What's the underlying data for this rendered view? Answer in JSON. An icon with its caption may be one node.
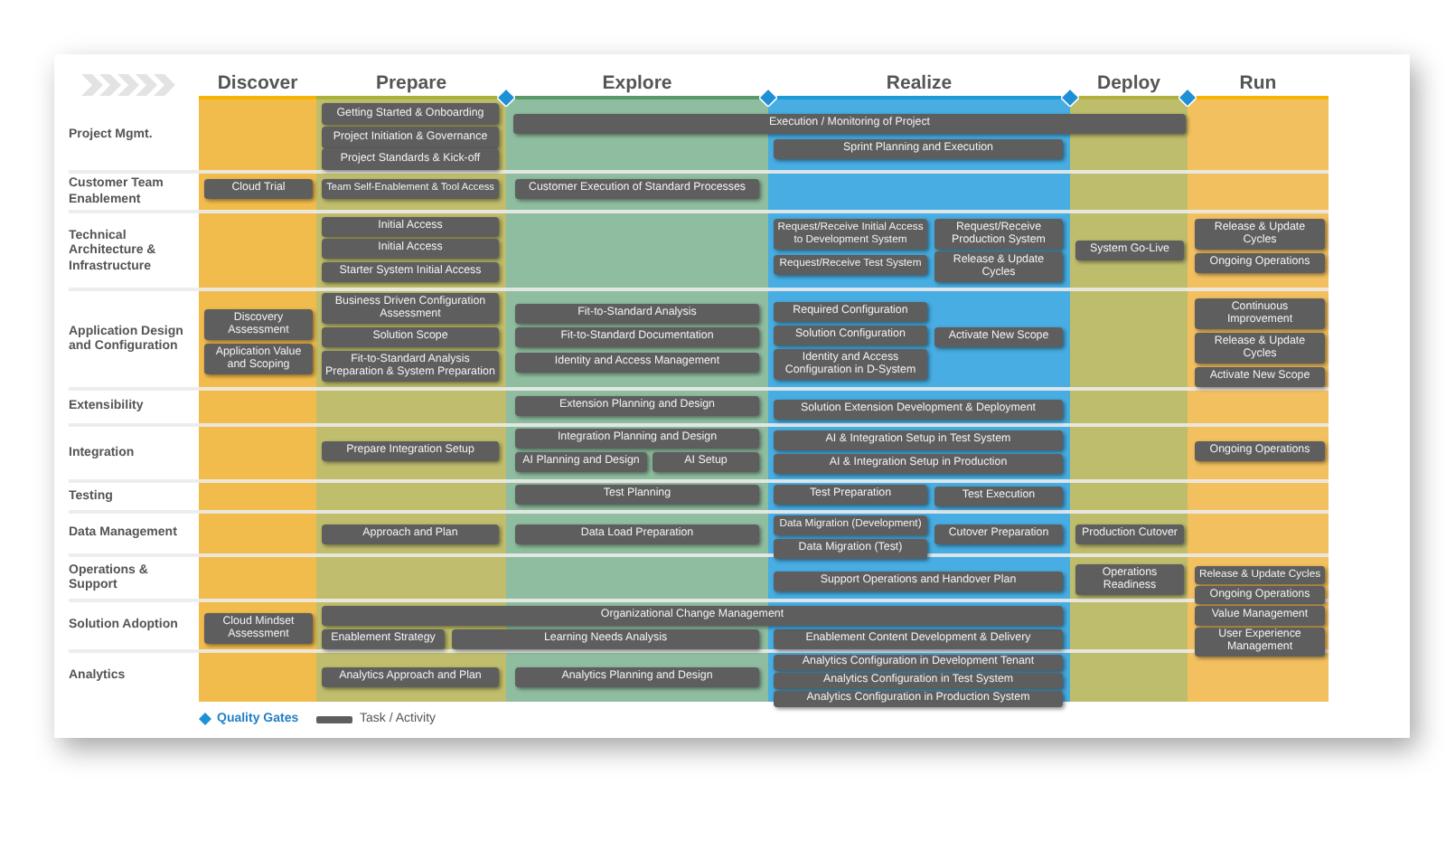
{
  "diagram": {
    "nodes": [
      {
        "text": [
          "Discover"
        ]
      },
      {
        "text": [
          "Prepare"
        ]
      },
      {
        "text": [
          "Explore"
        ]
      },
      {
        "text": [
          "Realize"
        ]
      },
      {
        "text": [
          "Deploy"
        ]
      },
      {
        "text": [
          "Run"
        ]
      },
      {
        "text": [
          "Execution / Monitoring of Project"
        ]
      },
      {
        "text": [
          "Getting Started & Onboarding"
        ],
        "in": 1
      },
      {
        "text": [
          "Project Initiation & Governance"
        ],
        "in": 1
      },
      {
        "text": [
          "Project Standards & Kick-off"
        ],
        "in": 1
      },
      {
        "text": [
          "Sprint Planning and Execution"
        ],
        "in": 3
      },
      {
        "text": [
          "Cloud Trial"
        ],
        "in": 0
      },
      {
        "text": [
          "Team Self-Enablement & Tool Access"
        ],
        "in": 1
      },
      {
        "text": [
          "Customer Execution of Standard Processes"
        ],
        "in": 2
      },
      {
        "text": [
          "Initial Access"
        ],
        "in": 1
      },
      {
        "text": [
          "Initial Access"
        ],
        "in": 1
      },
      {
        "text": [
          "Starter System Initial Access"
        ],
        "in": 1
      },
      {
        "text": [
          "Request/Receive Initial Access to Development System"
        ],
        "in": 3
      },
      {
        "text": [
          "Request/Receive Production System"
        ],
        "in": 3
      },
      {
        "text": [
          "Request/Receive Test System"
        ],
        "in": 3
      },
      {
        "text": [
          "Release & Update Cycles"
        ],
        "in": 3
      },
      {
        "text": [
          "System Go-Live"
        ],
        "in": 4
      },
      {
        "text": [
          "Release & Update Cycles"
        ],
        "in": 5
      },
      {
        "text": [
          "Ongoing Operations"
        ],
        "in": 5
      },
      {
        "text": [
          "Discovery Assessment"
        ],
        "in": 0
      },
      {
        "text": [
          "Application Value and Scoping"
        ],
        "in": 0
      },
      {
        "text": [
          "Business Driven Configuration Assessment"
        ],
        "in": 1
      },
      {
        "text": [
          "Solution Scope"
        ],
        "in": 1
      },
      {
        "text": [
          "Fit-to-Standard Analysis Preparation & System Preparation"
        ],
        "in": 1
      },
      {
        "text": [
          "Fit-to-Standard Analysis"
        ],
        "in": 2
      },
      {
        "text": [
          "Fit-to-Standard Documentation"
        ],
        "in": 2
      },
      {
        "text": [
          "Identity and Access Management"
        ],
        "in": 2
      },
      {
        "text": [
          "Required Configuration"
        ],
        "in": 3
      },
      {
        "text": [
          "Solution Configuration"
        ],
        "in": 3
      },
      {
        "text": [
          "Identity and Access Configuration in D-System"
        ],
        "in": 3
      },
      {
        "text": [
          "Activate New Scope"
        ],
        "in": 3
      },
      {
        "text": [
          "Continuous Improvement"
        ],
        "in": 5
      },
      {
        "text": [
          "Release & Update Cycles"
        ],
        "in": 5
      },
      {
        "text": [
          "Activate New Scope"
        ],
        "in": 5
      },
      {
        "text": [
          "Extension Planning and Design"
        ],
        "in": 2
      },
      {
        "text": [
          "Solution Extension Development & Deployment"
        ],
        "in": 3
      },
      {
        "text": [
          "Prepare Integration Setup"
        ],
        "in": 1
      },
      {
        "text": [
          "Integration Planning and Design"
        ],
        "in": 2
      },
      {
        "text": [
          "AI Planning and Design"
        ],
        "in": 2
      },
      {
        "text": [
          "AI Setup"
        ],
        "in": 2
      },
      {
        "text": [
          "AI & Integration Setup in Test System"
        ],
        "in": 3
      },
      {
        "text": [
          "AI & Integration Setup in Production"
        ],
        "in": 3
      },
      {
        "text": [
          "Ongoing Operations"
        ],
        "in": 5
      },
      {
        "text": [
          "Test Planning"
        ],
        "in": 2
      },
      {
        "text": [
          "Test Preparation"
        ],
        "in": 3
      },
      {
        "text": [
          "Test Execution"
        ],
        "in": 3
      },
      {
        "text": [
          "Approach and Plan"
        ],
        "in": 1
      },
      {
        "text": [
          "Data Load Preparation"
        ],
        "in": 2
      },
      {
        "text": [
          "Data Migration (Development)"
        ],
        "in": 3
      },
      {
        "text": [
          "Data Migration (Test)"
        ],
        "in": 3
      },
      {
        "text": [
          "Cutover Preparation"
        ],
        "in": 3
      },
      {
        "text": [
          "Production Cutover"
        ],
        "in": 4
      },
      {
        "text": [
          "Support Operations and Handover Plan"
        ],
        "in": 3
      },
      {
        "text": [
          "Operations Readiness"
        ],
        "in": 4
      },
      {
        "text": [
          "Release & Update Cycles"
        ],
        "in": 5
      },
      {
        "text": [
          "Ongoing Operations"
        ],
        "in": 5
      },
      {
        "text": [
          "Cloud Mindset Assessment"
        ],
        "in": 0
      },
      {
        "text": [
          "Organizational Change Management"
        ]
      },
      {
        "text": [
          "Value Management"
        ],
        "in": 5
      },
      {
        "text": [
          "Enablement Strategy"
        ],
        "in": 1
      },
      {
        "text": [
          "Learning Needs Analysis"
        ]
      },
      {
        "text": [
          "Enablement Content Development & Delivery"
        ],
        "in": 3
      },
      {
        "text": [
          "User Experience Management"
        ],
        "in": 5
      },
      {
        "text": [
          "Analytics Approach and Plan"
        ],
        "in": 1
      },
      {
        "text": [
          "Analytics Planning and Design"
        ],
        "in": 2
      },
      {
        "text": [
          "Analytics Configuration in Development Tenant"
        ],
        "in": 3
      },
      {
        "text": [
          "Analytics Configuration in Test System"
        ],
        "in": 3
      },
      {
        "text": [
          "Analytics Configuration in Production System"
        ],
        "in": 3
      }
    ],
    "labels": [
      "Project Mgmt.",
      "Customer Team Enablement",
      "Technical Architecture & Infrastructure",
      "Application Design and Configuration",
      "Extensibility",
      "Integration",
      "Testing",
      "Data Management",
      "Operations & Support",
      "Solution Adoption",
      "Analytics"
    ],
    "legend": [
      {
        "text": "Quality Gates"
      },
      {
        "text": "Task / Activity"
      }
    ]
  }
}
